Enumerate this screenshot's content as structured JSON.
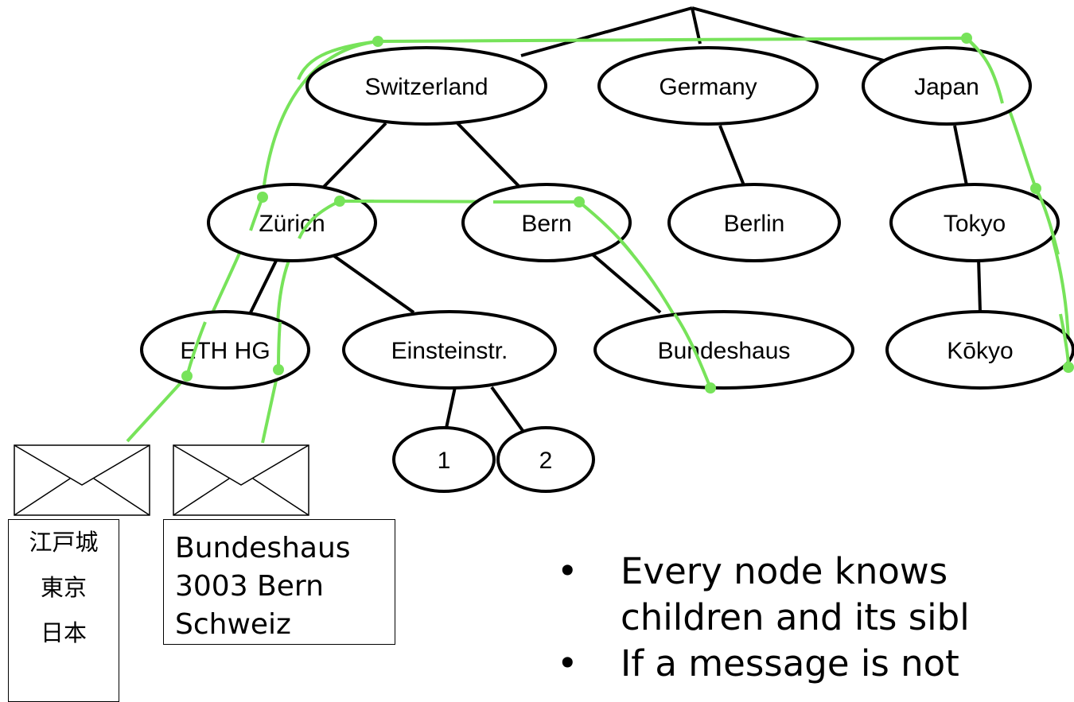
{
  "tree": {
    "level1": [
      "Switzerland",
      "Germany",
      "Japan"
    ],
    "level2": [
      "Zürich",
      "Bern",
      "Berlin",
      "Tokyo"
    ],
    "level3": [
      "ETH HG",
      "Einsteinstr.",
      "Bundeshaus",
      "Kōkyo"
    ],
    "level4": [
      "1",
      "2"
    ]
  },
  "envelopes": {
    "japanese_address": [
      "江戸城",
      "東京",
      "日本"
    ],
    "swiss_address": [
      "Bundeshaus",
      "3003 Bern",
      "Schweiz"
    ]
  },
  "bullets": [
    {
      "marker": "•",
      "lines": [
        "Every node knows",
        "children and its sibl"
      ]
    },
    {
      "marker": "•",
      "lines": [
        "If a message is not"
      ]
    }
  ],
  "colors": {
    "edge": "#000000",
    "route": "#77e35a",
    "node_fill": "#ffffff"
  }
}
